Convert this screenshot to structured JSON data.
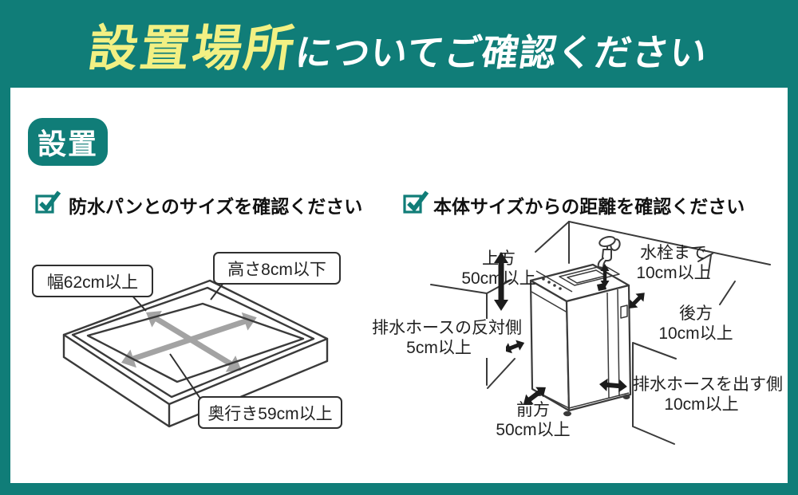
{
  "colors": {
    "teal": "#107d78",
    "highlight_yellow": "#f2f083",
    "text_dark": "#1a1a1a",
    "outline": "#3a3a3a",
    "arrow_gray": "#a3a3a3"
  },
  "header": {
    "highlight": "設置場所",
    "rest": "についてご確認ください"
  },
  "badge": "設置",
  "sections": {
    "pan": {
      "title": "防水パンとのサイズを確認ください",
      "callouts": {
        "width": "幅62cm以上",
        "height": "高さ8cm以下",
        "depth": "奥行き59cm以上"
      }
    },
    "clearance": {
      "title": "本体サイズからの距離を確認ください",
      "labels": {
        "top": {
          "l1": "上方",
          "l2": "50cm以上"
        },
        "faucet": {
          "l1": "水栓まで",
          "l2": "10cm以上"
        },
        "rear": {
          "l1": "後方",
          "l2": "10cm以上"
        },
        "opposite": {
          "l1": "排水ホースの反対側",
          "l2": "5cm以上"
        },
        "front": {
          "l1": "前方",
          "l2": "50cm以上"
        },
        "hose": {
          "l1": "排水ホースを出す側",
          "l2": "10cm以上"
        }
      }
    }
  }
}
